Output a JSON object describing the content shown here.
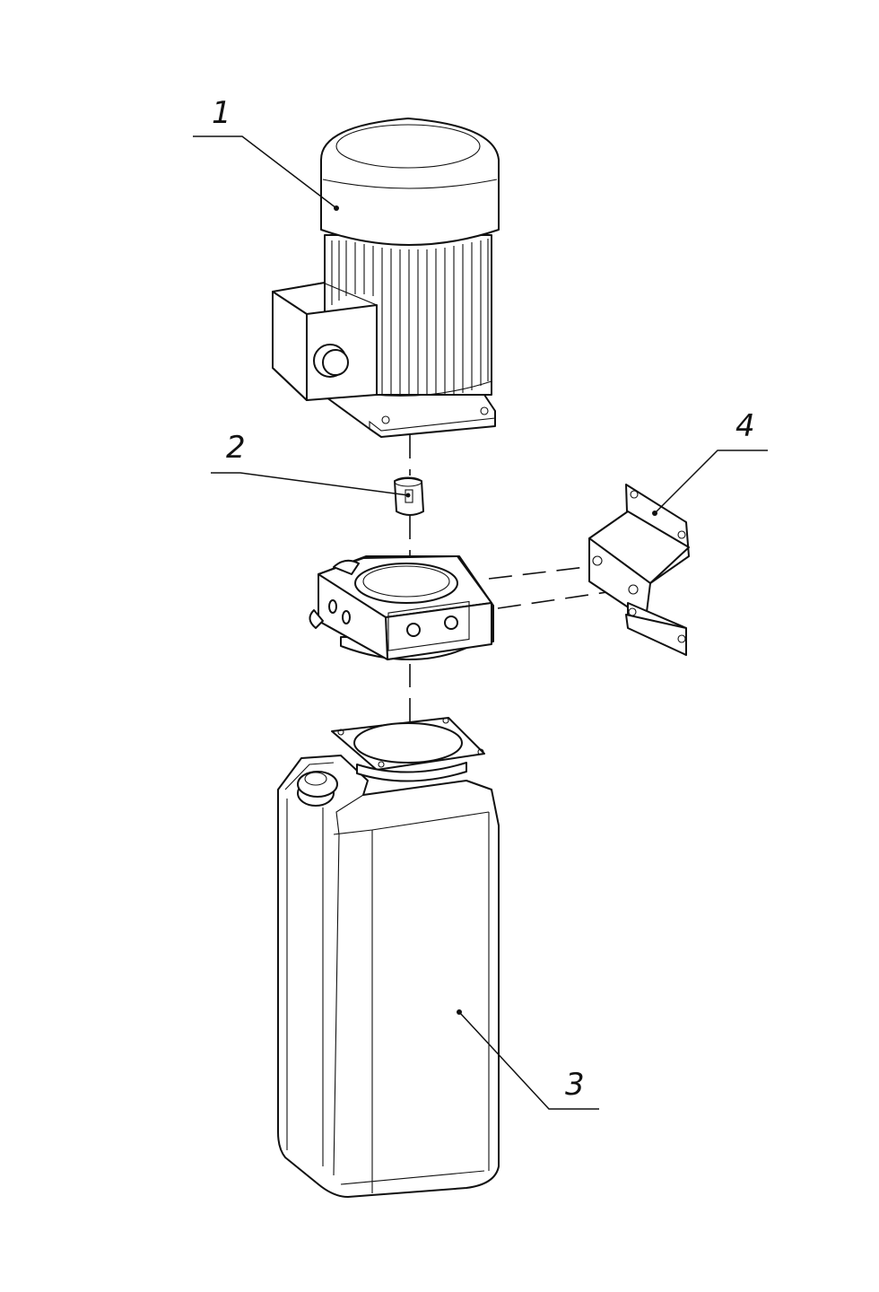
{
  "callouts": [
    {
      "id": "motor",
      "label": "1"
    },
    {
      "id": "coupling",
      "label": "2"
    },
    {
      "id": "tank",
      "label": "3"
    },
    {
      "id": "bracket",
      "label": "4"
    }
  ],
  "colors": {
    "line": "#111111",
    "background": "#ffffff"
  }
}
